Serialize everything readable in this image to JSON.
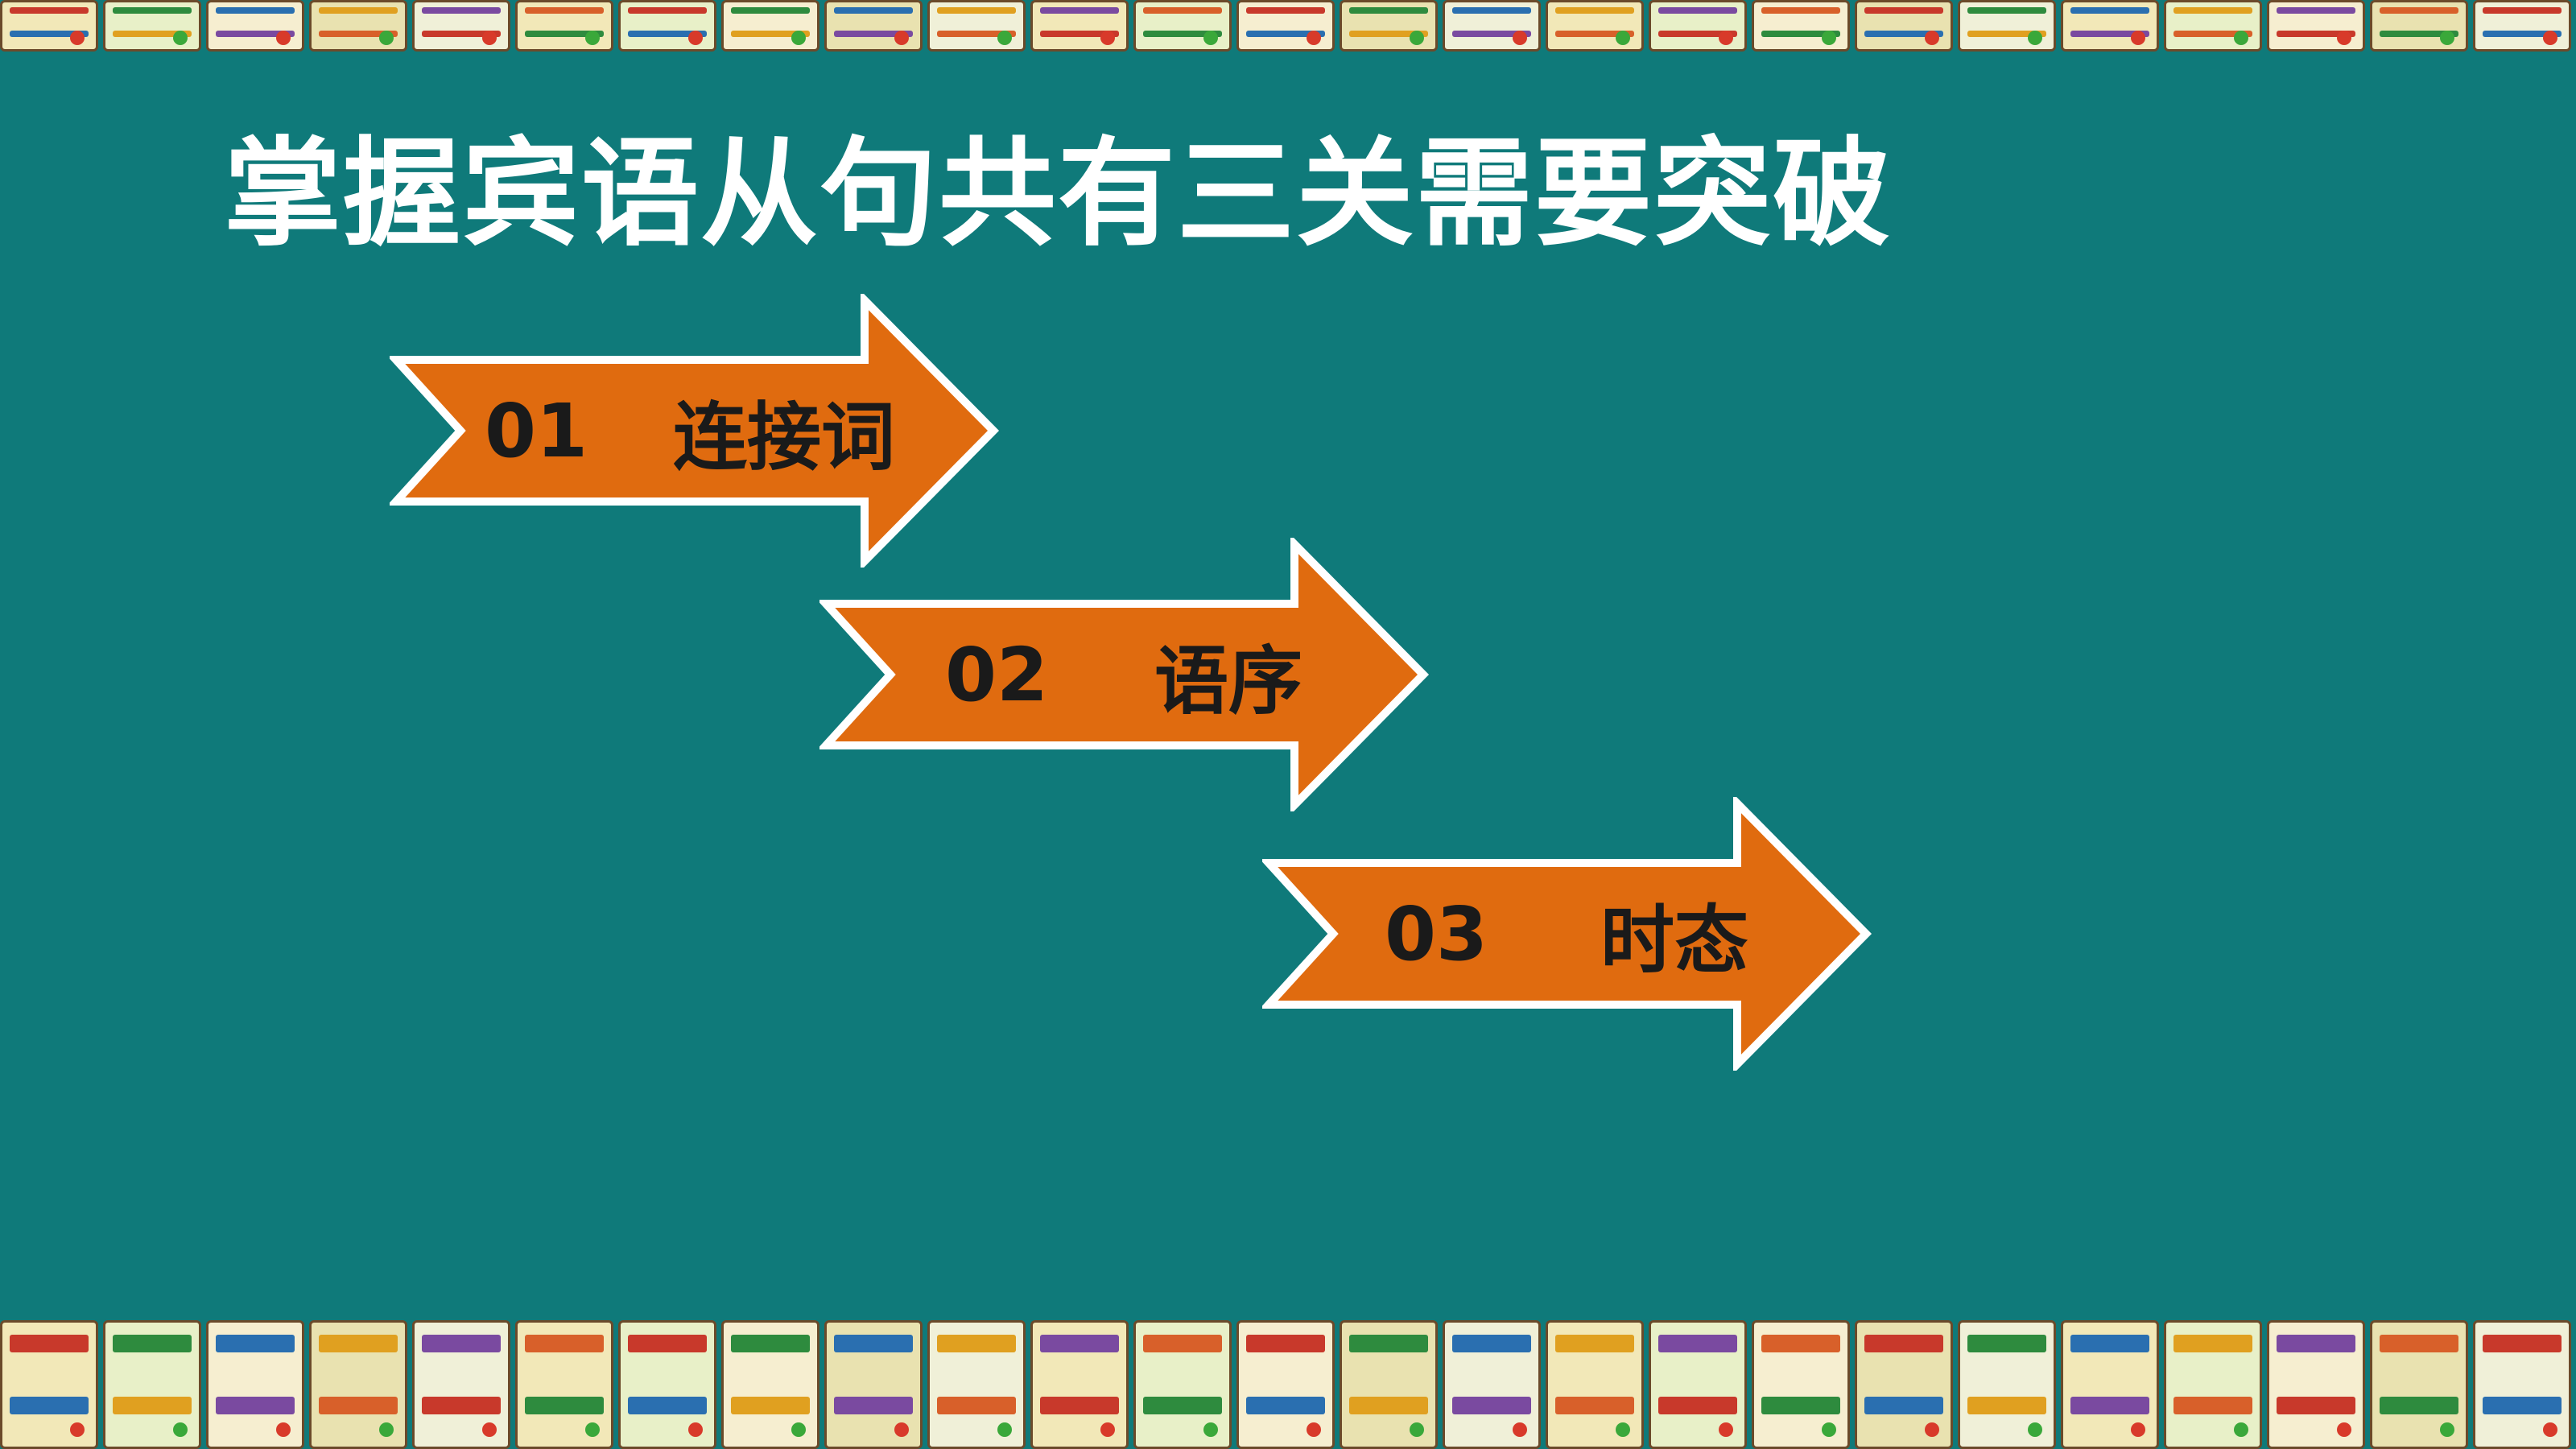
{
  "slide": {
    "title": "掌握宾语从句共有三关需要突破",
    "steps": [
      {
        "number": "01",
        "label": "连接词"
      },
      {
        "number": "02",
        "label": "语序"
      },
      {
        "number": "03",
        "label": "时态"
      }
    ]
  },
  "colors": {
    "background": "#0f7a7a",
    "arrow_fill": "#e06b0f",
    "arrow_outline": "#ffffff",
    "title_text": "#ffffff",
    "arrow_text": "#1a1a1a"
  }
}
